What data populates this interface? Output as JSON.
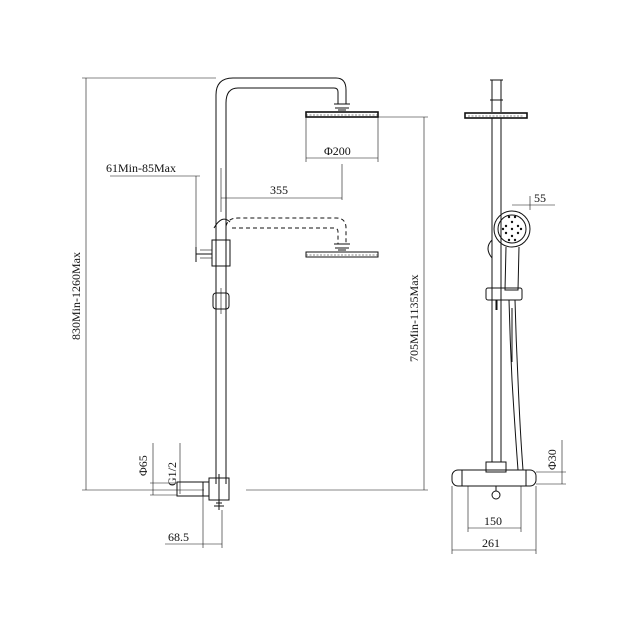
{
  "dimensions": {
    "total_height": "830Min-1260Max",
    "arm_height": "705Min-1135Max",
    "head_diameter": "Φ200",
    "arm_length": "355",
    "wall_offset": "61Min-85Max",
    "handset_size": "55",
    "valve_body": "Φ65",
    "inlet_thread": "G1/2",
    "valve_depth": "68.5",
    "flange_diameter": "Φ30",
    "inlet_centers": "150",
    "overall_width": "261"
  }
}
